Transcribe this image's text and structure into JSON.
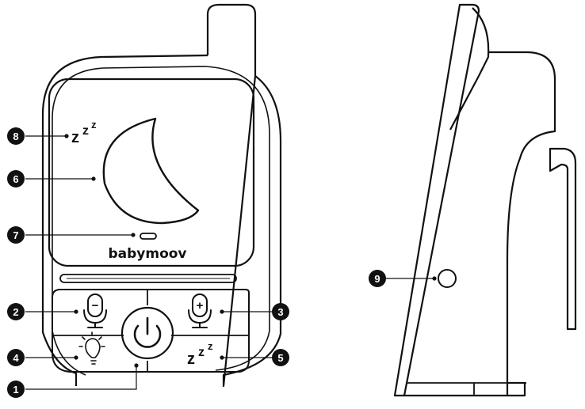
{
  "brand": "babymoov",
  "zzz": {
    "z1": "z",
    "z2": "z",
    "z3": "z"
  },
  "callouts": [
    "1",
    "2",
    "3",
    "4",
    "5",
    "6",
    "7",
    "8",
    "9"
  ],
  "symbols": {
    "minus": "−",
    "plus": "+"
  },
  "colors": {
    "ink": "#111111",
    "paper": "#ffffff"
  },
  "icons": [
    "power-icon",
    "microphone-minus-icon",
    "microphone-plus-icon",
    "night-light-icon",
    "sleep-zzz-icon",
    "moon-icon",
    "speaker-icon"
  ]
}
